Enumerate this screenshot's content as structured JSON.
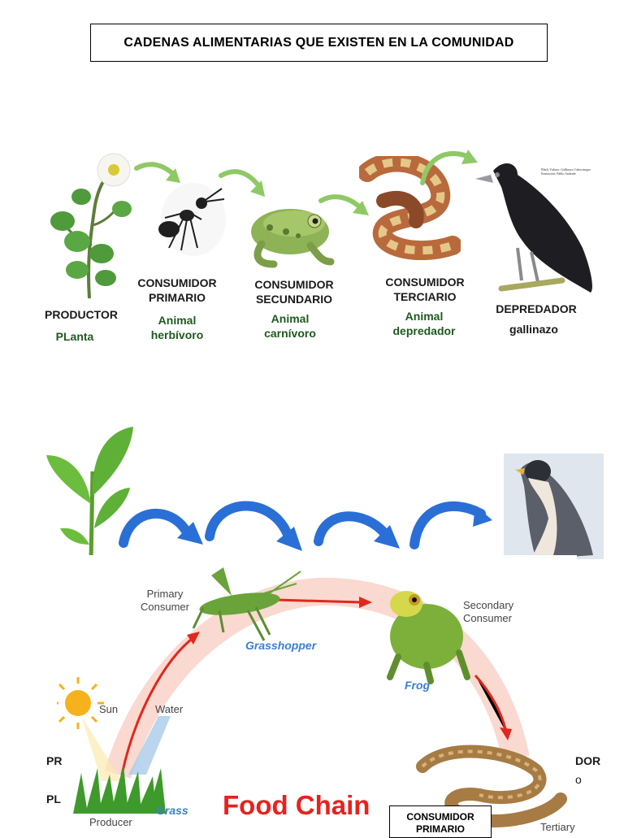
{
  "title": "CADENAS ALIMENTARIAS QUE EXISTEN EN LA COMUNIDAD",
  "chain1": {
    "productor": {
      "role": "PRODUCTOR",
      "desc": "PLanta"
    },
    "primario": {
      "role1": "CONSUMIDOR",
      "role2": "PRIMARIO",
      "desc1": "Animal",
      "desc2": "herbívoro"
    },
    "secundario": {
      "role1": "CONSUMIDOR",
      "role2": "SECUNDARIO",
      "desc1": "Animal",
      "desc2": "carnívoro"
    },
    "terciario": {
      "role1": "CONSUMIDOR",
      "role2": "TERCIARIO",
      "desc1": "Animal",
      "desc2": "depredador"
    },
    "depredador": {
      "role": "DEPREDADOR",
      "desc": "gallinazo"
    },
    "vulture_caption1": "Black Vulture. Gallinazo Cabecinegro",
    "vulture_caption2": "Ilustración: Pablo Andrade"
  },
  "food_chain_diagram": {
    "title": "Food Chain",
    "primary_consumer": "Primary\nConsumer",
    "secondary_consumer": "Secondary\nConsumer",
    "grasshopper": "Grasshopper",
    "frog": "Frog",
    "sun": "Sun",
    "water": "Water",
    "producer": "Producer",
    "grass": "Grass",
    "tertiary": "Tertiary"
  },
  "partial_labels": {
    "left1": "PR",
    "left2": "PL",
    "right1": "DOR",
    "right2": "o"
  },
  "caption_box": {
    "line1": "CONSUMIDOR",
    "line2": "PRIMARIO"
  },
  "colors": {
    "green_arrow": "#8fc965",
    "blue_arrow": "#2a6fd6",
    "red_title": "#e8211f",
    "label_green": "#1e5a1e"
  }
}
